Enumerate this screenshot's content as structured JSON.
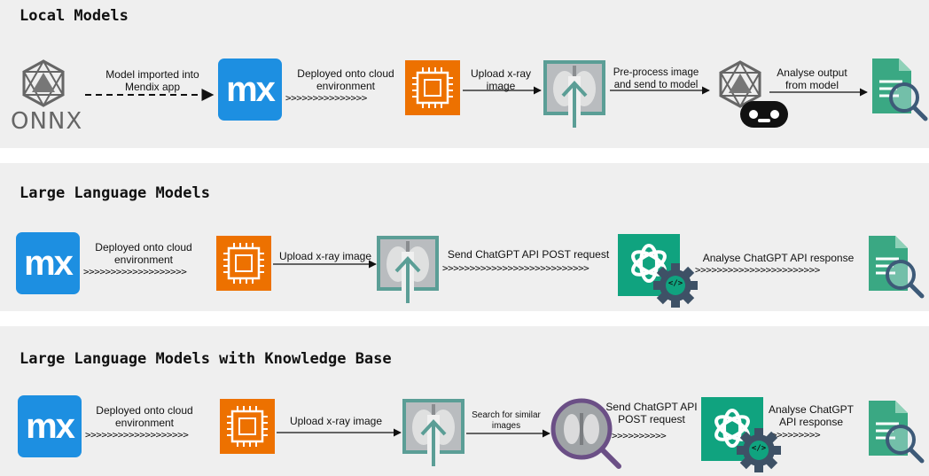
{
  "sections": [
    {
      "title": "Local Models",
      "onnx_logo_text": "ONNX",
      "steps": {
        "model_imported": "Model imported into Mendix app",
        "deployed": "Deployed onto cloud environment",
        "upload": "Upload x-ray image",
        "preprocess": "Pre-process image and send to model",
        "analyse": "Analyse output from model"
      },
      "icons": [
        "onnx-logo",
        "mendix-logo",
        "ec2-chip-icon",
        "xray-upload-icon",
        "model-robot-icon",
        "report-search-icon"
      ]
    },
    {
      "title": "Large Language Models",
      "steps": {
        "deployed": "Deployed onto cloud environment",
        "upload": "Upload x-ray image",
        "send": "Send ChatGPT API POST request",
        "analyse": "Analyse ChatGPT API response"
      },
      "icons": [
        "mendix-logo",
        "ec2-chip-icon",
        "xray-upload-icon",
        "chatgpt-api-icon",
        "report-search-icon"
      ]
    },
    {
      "title": "Large Language Models with Knowledge Base",
      "steps": {
        "deployed": "Deployed onto cloud environment",
        "upload": "Upload x-ray image",
        "search": "Search for similar images",
        "send": "Send ChatGPT API POST request",
        "analyse": "Analyse ChatGPT API response"
      },
      "icons": [
        "mendix-logo",
        "ec2-chip-icon",
        "xray-upload-icon",
        "xray-search-icon",
        "chatgpt-api-icon",
        "report-search-icon"
      ]
    }
  ],
  "mendix_logo_text": "mx",
  "code_icon_text": "</>",
  "colors": {
    "panel_bg": "#efefef",
    "mendix_blue": "#1d8fe1",
    "aws_orange": "#ed7100",
    "chatgpt_green": "#10a37f",
    "xray_frame": "#5b9e96",
    "doc_green": "#3aa883",
    "magnifier": "#3d5a78",
    "gear": "#3e5166",
    "search_purple": "#6b4f86"
  }
}
